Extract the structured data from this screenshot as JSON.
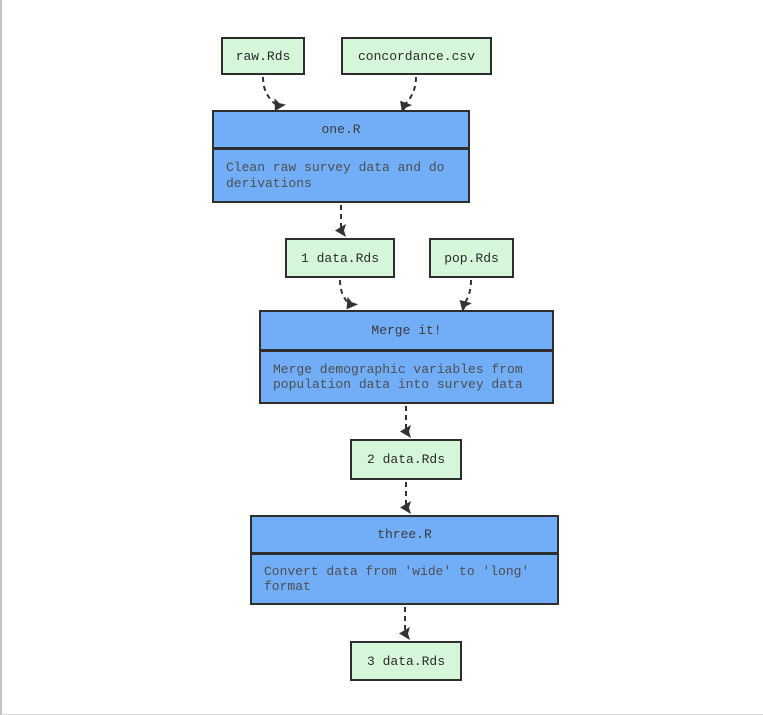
{
  "diagram": {
    "type": "flowchart",
    "direction": "top-down",
    "nodes": {
      "raw": {
        "kind": "file",
        "label": "raw.Rds"
      },
      "concordance": {
        "kind": "file",
        "label": "concordance.csv"
      },
      "one": {
        "kind": "process",
        "title": "one.R",
        "description": "Clean raw survey data and do derivations"
      },
      "data1": {
        "kind": "file",
        "label": "1 data.Rds"
      },
      "pop": {
        "kind": "file",
        "label": "pop.Rds"
      },
      "merge": {
        "kind": "process",
        "title": "Merge it!",
        "description": "Merge demographic variables from population data into survey data"
      },
      "data2": {
        "kind": "file",
        "label": "2 data.Rds"
      },
      "three": {
        "kind": "process",
        "title": "three.R",
        "description": "Convert data from 'wide' to 'long' format"
      },
      "data3": {
        "kind": "file",
        "label": "3 data.Rds"
      }
    },
    "edges": [
      {
        "from": "raw.Rds",
        "to": "one.R",
        "style": "dashed"
      },
      {
        "from": "concordance.csv",
        "to": "one.R",
        "style": "dashed"
      },
      {
        "from": "one.R",
        "to": "1 data.Rds",
        "style": "dashed"
      },
      {
        "from": "1 data.Rds",
        "to": "Merge it!",
        "style": "dashed"
      },
      {
        "from": "pop.Rds",
        "to": "Merge it!",
        "style": "dashed"
      },
      {
        "from": "Merge it!",
        "to": "2 data.Rds",
        "style": "dashed"
      },
      {
        "from": "2 data.Rds",
        "to": "three.R",
        "style": "dashed"
      },
      {
        "from": "three.R",
        "to": "3 data.Rds",
        "style": "dashed"
      }
    ],
    "colors": {
      "file_fill": "#d6f6da",
      "process_fill": "#72adf8",
      "node_border": "#2e2e2e",
      "edge": "#333333",
      "page_background": "#ffffff"
    }
  }
}
